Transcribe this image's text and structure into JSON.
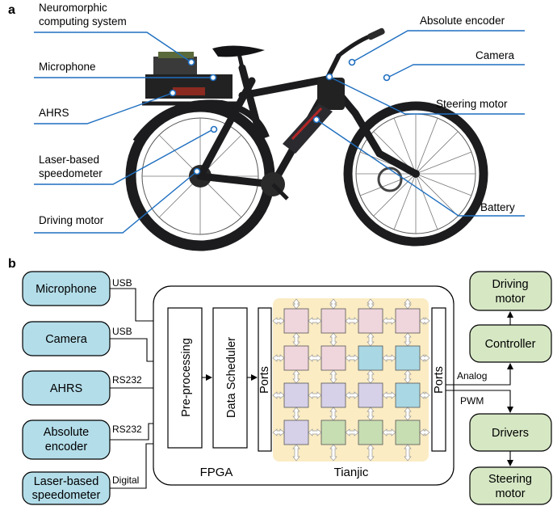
{
  "panel_a": {
    "letter": "a",
    "labels_left": [
      "Neuromorphic",
      "computing system",
      "Microphone",
      "AHRS",
      "Laser-based",
      "speedometer",
      "Driving motor"
    ],
    "labels_right": [
      "Absolute encoder",
      "Camera",
      "Steering motor",
      "Battery"
    ],
    "colors": {
      "callout": "#1f6fc0",
      "bike": "#1c1c1e",
      "battery": "#2b2b2f",
      "battery_accent": "#b32626"
    }
  },
  "panel_b": {
    "letter": "b",
    "sensors": [
      {
        "line1": "Microphone",
        "line2": "",
        "link": "USB"
      },
      {
        "line1": "Camera",
        "line2": "",
        "link": "USB"
      },
      {
        "line1": "AHRS",
        "line2": "",
        "link": "RS232"
      },
      {
        "line1": "Absolute",
        "line2": "encoder",
        "link": "RS232"
      },
      {
        "line1": "Laser-based",
        "line2": "speedometer",
        "link": "Digital"
      }
    ],
    "fpga": {
      "preprocessing": "Pre-processing",
      "scheduler": "Data Scheduler",
      "label": "FPGA"
    },
    "tianjic": {
      "ports_left": "Ports",
      "ports_right": "Ports",
      "label": "Tianjic",
      "grid": [
        [
          "pink",
          "pink",
          "pink",
          "pink"
        ],
        [
          "pink",
          "pink",
          "blue",
          "blue"
        ],
        [
          "purple",
          "purple",
          "purple",
          "blue"
        ],
        [
          "purple",
          "green",
          "green",
          "green"
        ]
      ]
    },
    "actuators": {
      "driving_line1": "Driving",
      "driving_line2": "motor",
      "controller": "Controller",
      "drivers": "Drivers",
      "steering_line1": "Steering",
      "steering_line2": "motor",
      "analog": "Analog",
      "pwm": "PWM"
    },
    "colors": {
      "sensor_fill": "#b3dde9",
      "actuator_fill": "#d6e7c4",
      "chip_bg": "#fbecc4",
      "pink": "#efd5dc",
      "blue": "#a9d7e4",
      "purple": "#d6d0e8",
      "green": "#c7ddb2"
    }
  }
}
